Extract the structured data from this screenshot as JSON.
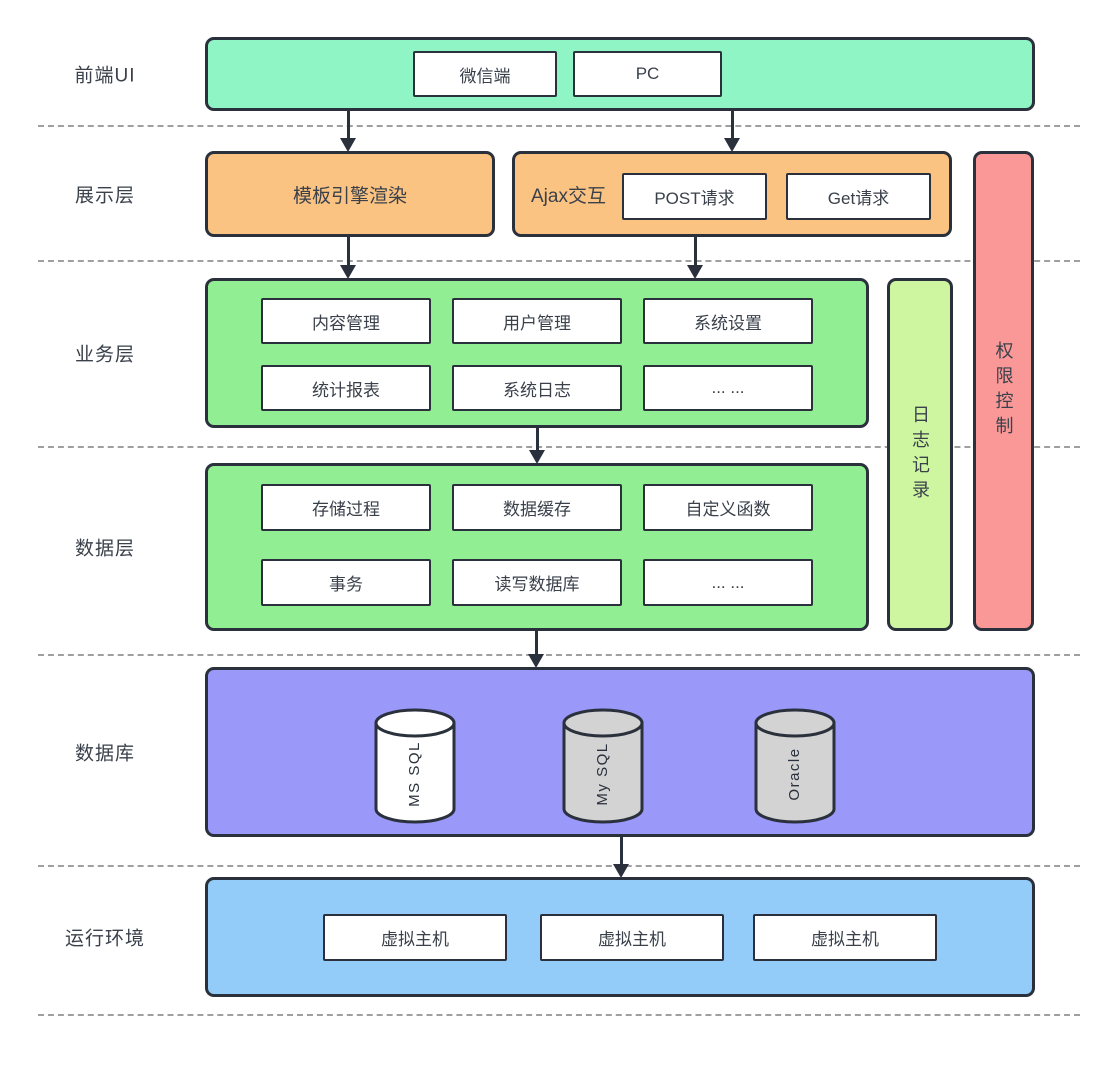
{
  "layer_labels": {
    "frontend": "前端UI",
    "presentation": "展示层",
    "business": "业务层",
    "data": "数据层",
    "database": "数据库",
    "runtime": "运行环境"
  },
  "frontend": {
    "items": [
      "微信端",
      "PC"
    ]
  },
  "presentation": {
    "template_box": "模板引擎渲染",
    "ajax_box": {
      "label": "Ajax交互",
      "items": [
        "POST请求",
        "Get请求"
      ]
    }
  },
  "business": {
    "items": [
      "内容管理",
      "用户管理",
      "系统设置",
      "统计报表",
      "系统日志",
      "... ..."
    ]
  },
  "data": {
    "items": [
      "存储过程",
      "数据缓存",
      "自定义函数",
      "事务",
      "读写数据库",
      "... ..."
    ]
  },
  "database": {
    "cylinders": [
      {
        "name": "MS SQL",
        "fill": "#ffffff"
      },
      {
        "name": "My SQL",
        "fill": "#d3d3d3"
      },
      {
        "name": "Oracle",
        "fill": "#d3d3d3"
      }
    ]
  },
  "runtime": {
    "items": [
      "虚拟主机",
      "虚拟主机",
      "虚拟主机"
    ]
  },
  "sidebars": {
    "logging": "日志记录",
    "permission": "权限控制"
  },
  "colors": {
    "frontend_band": "#8ff5c5",
    "presentation_box": "#fbc382",
    "business_box": "#92ee92",
    "data_box": "#92ee92",
    "database_box": "#9a98f8",
    "runtime_box": "#93ccf8",
    "logging_bar": "#cef6a0",
    "permission_bar": "#fa9898",
    "outline": "#2a303c",
    "dashed_line": "#9f9f9f"
  }
}
